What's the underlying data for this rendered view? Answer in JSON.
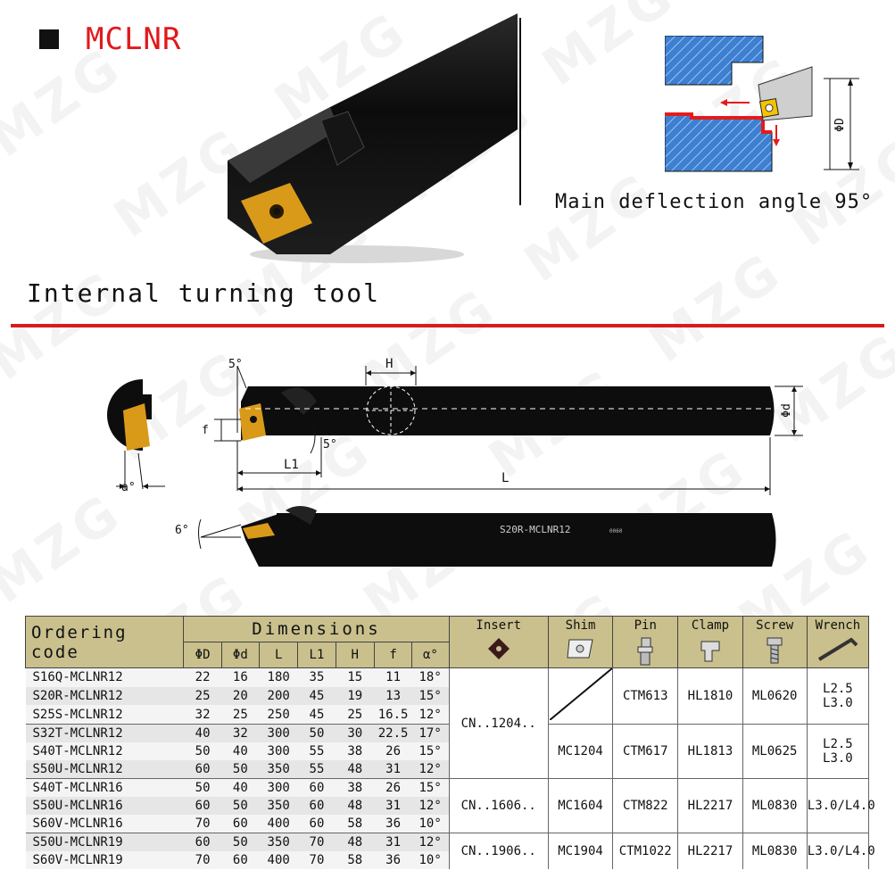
{
  "header": {
    "title": "MCLNR",
    "subtitle": "Internal turning tool",
    "deflection_caption": "Main deflection angle 95°"
  },
  "watermark": "MZG",
  "drawing": {
    "angle_top": "5°",
    "angle_side": "5°",
    "angle_head": "6°",
    "label_H": "H",
    "label_f": "f",
    "label_L1": "L1",
    "label_L": "L",
    "label_d": "Φd",
    "label_a": "a°",
    "label_D": "ΦD",
    "tool_marking": "S20R-MCLNR12",
    "tool_serial": "0060"
  },
  "table": {
    "ordering_code_label": "Ordering code",
    "dimensions_label": "Dimensions",
    "dim_columns": [
      "ΦD",
      "Φd",
      "L",
      "L1",
      "H",
      "f",
      "α°"
    ],
    "part_columns": [
      {
        "label": "Insert",
        "icon": "insert-icon"
      },
      {
        "label": "Shim",
        "icon": "shim-icon"
      },
      {
        "label": "Pin",
        "icon": "pin-icon"
      },
      {
        "label": "Clamp",
        "icon": "clamp-icon"
      },
      {
        "label": "Screw",
        "icon": "screw-icon"
      },
      {
        "label": "Wrench",
        "icon": "wrench-icon"
      }
    ],
    "rows": [
      {
        "code": "S16Q-MCLNR12",
        "dims": [
          "22",
          "16",
          "180",
          "35",
          "15",
          "11",
          "18°"
        ]
      },
      {
        "code": "S20R-MCLNR12",
        "dims": [
          "25",
          "20",
          "200",
          "45",
          "19",
          "13",
          "15°"
        ]
      },
      {
        "code": "S25S-MCLNR12",
        "dims": [
          "32",
          "25",
          "250",
          "45",
          "25",
          "16.5",
          "12°"
        ]
      },
      {
        "code": "S32T-MCLNR12",
        "dims": [
          "40",
          "32",
          "300",
          "50",
          "30",
          "22.5",
          "17°"
        ]
      },
      {
        "code": "S40T-MCLNR12",
        "dims": [
          "50",
          "40",
          "300",
          "55",
          "38",
          "26",
          "15°"
        ]
      },
      {
        "code": "S50U-MCLNR12",
        "dims": [
          "60",
          "50",
          "350",
          "55",
          "48",
          "31",
          "12°"
        ]
      },
      {
        "code": "S40T-MCLNR16",
        "dims": [
          "50",
          "40",
          "300",
          "60",
          "38",
          "26",
          "15°"
        ]
      },
      {
        "code": "S50U-MCLNR16",
        "dims": [
          "60",
          "50",
          "350",
          "60",
          "48",
          "31",
          "12°"
        ]
      },
      {
        "code": "S60V-MCLNR16",
        "dims": [
          "70",
          "60",
          "400",
          "60",
          "58",
          "36",
          "10°"
        ]
      },
      {
        "code": "S50U-MCLNR19",
        "dims": [
          "60",
          "50",
          "350",
          "70",
          "48",
          "31",
          "12°"
        ]
      },
      {
        "code": "S60V-MCLNR19",
        "dims": [
          "70",
          "60",
          "400",
          "70",
          "58",
          "36",
          "10°"
        ]
      }
    ],
    "groups": {
      "insert_12": "CN..1204..",
      "insert_16": "CN..1606..",
      "insert_19": "CN..1906..",
      "g1": {
        "pin": "CTM613",
        "clamp": "HL1810",
        "screw": "ML0620",
        "wrench_a": "L2.5",
        "wrench_b": "L3.0"
      },
      "g2": {
        "shim": "MC1204",
        "pin": "CTM617",
        "clamp": "HL1813",
        "screw": "ML0625",
        "wrench_a": "L2.5",
        "wrench_b": "L3.0"
      },
      "g3": {
        "shim": "MC1604",
        "pin": "CTM822",
        "clamp": "HL2217",
        "screw": "ML0830",
        "wrench": "L3.0/L4.0"
      },
      "g4": {
        "shim": "MC1904",
        "pin": "CTM1022",
        "clamp": "HL2217",
        "screw": "ML0830",
        "wrench": "L3.0/L4.0"
      }
    }
  },
  "colors": {
    "title_red": "#e0191b",
    "rule_red": "#d71c1c",
    "header_tan": "#c9c08d",
    "diagram_blue": "#3d7fd1",
    "insert_gold": "#d99a1a"
  }
}
